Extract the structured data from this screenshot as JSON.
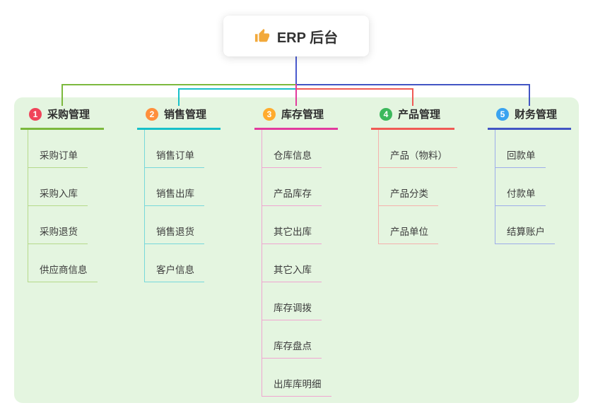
{
  "root": {
    "label": "ERP 后台",
    "icon": "thumbs-up-icon",
    "icon_color": "#f2a93b"
  },
  "colors": {
    "trunk": "#4a5ace",
    "panel_bg": "#e4f5e0"
  },
  "branches": [
    {
      "number": "1",
      "title": "采购管理",
      "color": "#7cb93e",
      "badge_color": "#f0445a",
      "sub_color": "#b5d98a",
      "items": [
        "采购订单",
        "采购入库",
        "采购退货",
        "供应商信息"
      ]
    },
    {
      "number": "2",
      "title": "销售管理",
      "color": "#17c0c9",
      "badge_color": "#ff8f3c",
      "sub_color": "#77d8db",
      "items": [
        "销售订单",
        "销售出库",
        "销售退货",
        "客户信息"
      ]
    },
    {
      "number": "3",
      "title": "库存管理",
      "color": "#e23a9e",
      "badge_color": "#ffab2e",
      "sub_color": "#f0a5d1",
      "items": [
        "仓库信息",
        "产品库存",
        "其它出库",
        "其它入库",
        "库存调拨",
        "库存盘点",
        "出库库明细"
      ]
    },
    {
      "number": "4",
      "title": "产品管理",
      "color": "#f05a55",
      "badge_color": "#3cb85c",
      "sub_color": "#f5b1ad",
      "items": [
        "产品（物料）",
        "产品分类",
        "产品单位"
      ]
    },
    {
      "number": "5",
      "title": "财务管理",
      "color": "#4255c4",
      "badge_color": "#3aa3f0",
      "sub_color": "#9dadea",
      "items": [
        "回款单",
        "付款单",
        "结算账户"
      ]
    }
  ]
}
